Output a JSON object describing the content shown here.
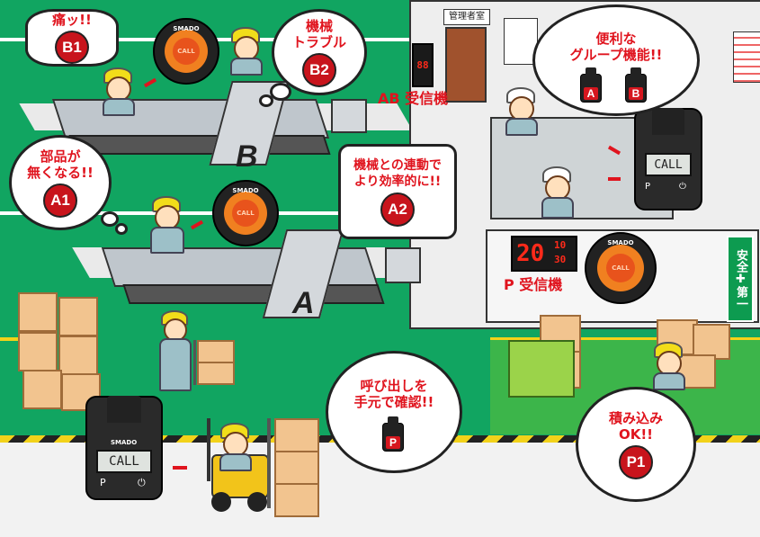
{
  "bubbles": {
    "b1": {
      "text": "痛ッ!!",
      "badge": "B1"
    },
    "b2": {
      "text": "機械\nトラブル",
      "badge": "B2"
    },
    "a1": {
      "text": "部品が\n無くなる!!",
      "badge": "A1"
    },
    "a2": {
      "text": "機械との連動で\nより効率的に!!",
      "badge": "A2"
    },
    "group": {
      "text": "便利な\nグループ機能!!",
      "tx1": "A",
      "tx2": "B"
    },
    "confirm": {
      "text": "呼び出しを\n手元で確認!!",
      "tx": "P"
    },
    "p1": {
      "text": "積み込み\nOK!!",
      "badge": "P1"
    }
  },
  "labels": {
    "ab_receiver": "AB 受信機",
    "p_receiver": "P 受信機",
    "office": "管理者室",
    "line_b": "B",
    "line_a": "A",
    "safety": "安全✚第一"
  },
  "pager": {
    "brand": "SMADO",
    "button": "CALL"
  },
  "watch": {
    "brand": "SMADO",
    "screen": "CALL",
    "left_btn": "P",
    "right_btn": "⏻"
  },
  "led": {
    "big": "20",
    "top": "10",
    "bottom": "30"
  },
  "colors": {
    "floor": "#11a561",
    "accent": "#e0141e",
    "walkway": "#f0f0f0"
  }
}
